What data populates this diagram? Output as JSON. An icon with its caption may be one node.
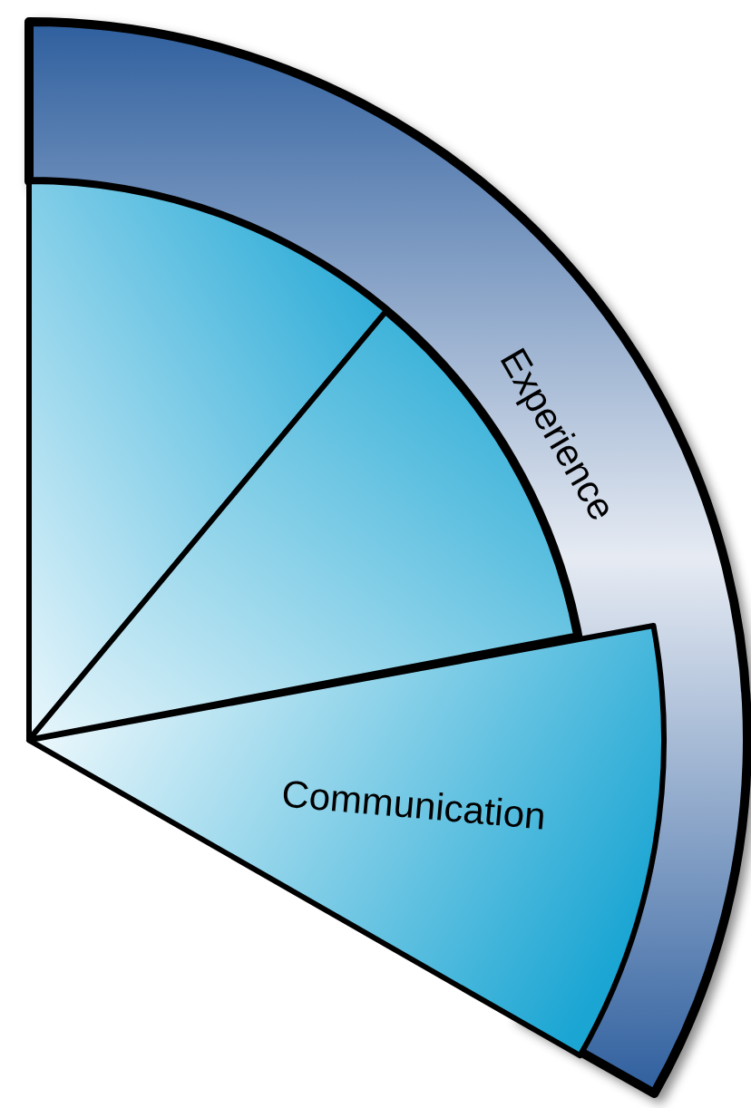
{
  "diagram": {
    "nodes": [
      {
        "text": [
          "Experience"
        ]
      },
      {
        "text": [],
        "shape": "wedge"
      },
      {
        "text": [],
        "shape": "wedge"
      },
      {
        "text": [
          "Communication"
        ]
      }
    ]
  }
}
